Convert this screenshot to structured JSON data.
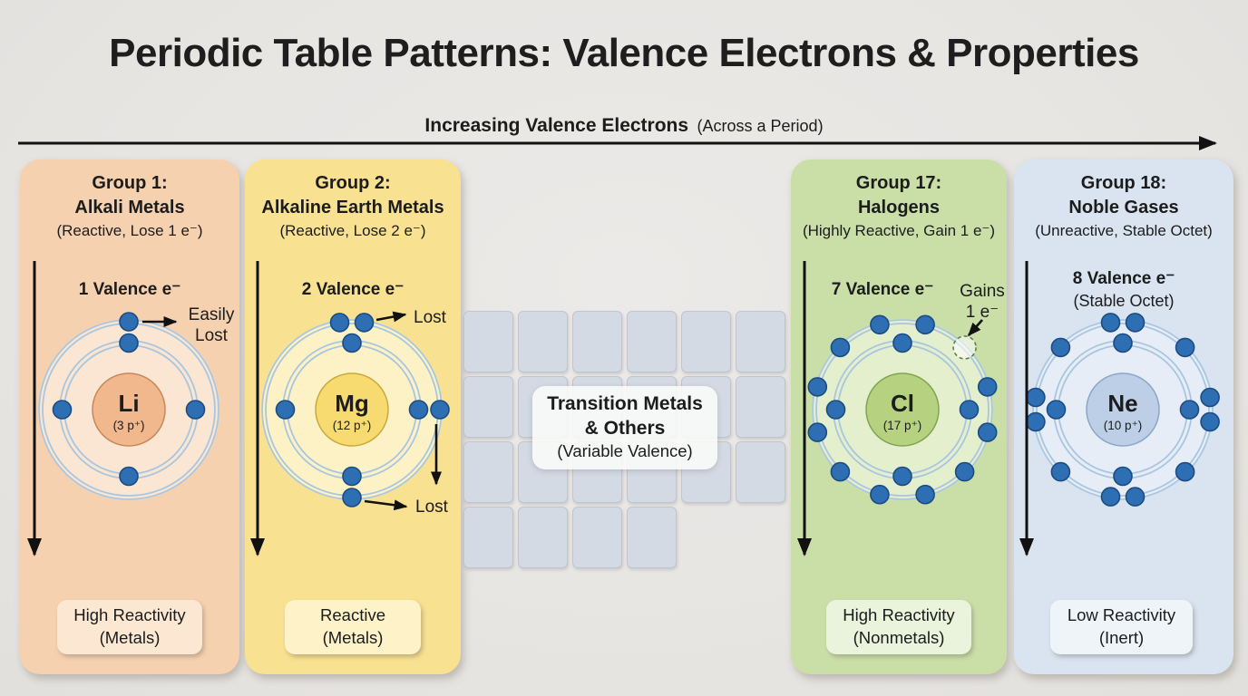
{
  "title": "Periodic Table Patterns: Valence Electrons & Properties",
  "axis_arrow": {
    "label": "Increasing Valence Electrons",
    "label_suffix": "(Across a Period)"
  },
  "colors": {
    "background": "#e7e5e2",
    "electron": "#2e6fb4",
    "electron_border": "#1c4b82",
    "shell_ring": "#a9c6e0",
    "arrow": "#111111",
    "group1_bg": "#f6d1af",
    "group2_bg": "#f8e190",
    "group17_bg": "#cadfa8",
    "group18_bg": "#d9e4f0",
    "transition_cell_bg": "#d4dae4"
  },
  "panels": {
    "group1": {
      "heading": [
        "Group 1:",
        "Alkali Metals",
        "(Reactive, Lose 1 e⁻)"
      ],
      "valence": "1 Valence e⁻",
      "annotation": [
        "Easily",
        "Lost"
      ],
      "badge": [
        "High Reactivity",
        "(Metals)"
      ]
    },
    "group2": {
      "heading": [
        "Group 2:",
        "Alkaline Earth Metals",
        "(Reactive, Lose 2 e⁻)"
      ],
      "valence": "2 Valence e⁻",
      "annotation_top": "Lost",
      "annotation_bottom": "Lost",
      "badge": [
        "Reactive",
        "(Metals)"
      ]
    },
    "transition": {
      "label": [
        "Transition Metals",
        "& Others",
        "(Variable Valence)"
      ],
      "grid_rows": [
        6,
        6,
        6,
        4
      ]
    },
    "group17": {
      "heading": [
        "Group 17:",
        "Halogens",
        "(Highly Reactive, Gain 1 e⁻)"
      ],
      "valence": "7 Valence e⁻",
      "annotation": [
        "Gains",
        "1 e⁻"
      ],
      "badge": [
        "High Reactivity",
        "(Nonmetals)"
      ]
    },
    "group18": {
      "heading": [
        "Group 18:",
        "Noble Gases",
        "(Unreactive, Stable Octet)"
      ],
      "valence": [
        "8 Valence e⁻",
        "(Stable Octet)"
      ],
      "badge": [
        "Low Reactivity",
        "(Inert)"
      ]
    }
  },
  "atoms": {
    "li": {
      "symbol": "Li",
      "protons": "(3 p⁺)",
      "colors": {
        "area": "#fae6d2",
        "nucleus": "#f1b78d",
        "nucleus_stroke": "#c6875b"
      },
      "inner": [
        90,
        0,
        180,
        270
      ],
      "outer": [
        90
      ],
      "gap": null
    },
    "mg": {
      "symbol": "Mg",
      "protons": "(12 p⁺)",
      "colors": {
        "area": "#fcf2c6",
        "nucleus": "#f7da70",
        "nucleus_stroke": "#c9a93e"
      },
      "inner": [
        90,
        0,
        180,
        270
      ],
      "outer": [
        98,
        82,
        0,
        270
      ],
      "gap": null
    },
    "cl": {
      "symbol": "Cl",
      "protons": "(17 p⁺)",
      "colors": {
        "area": "#e4efcd",
        "nucleus": "#b6d180",
        "nucleus_stroke": "#7fa551"
      },
      "inner": [
        90,
        0,
        180,
        270
      ],
      "outer": [
        15,
        75,
        105,
        135,
        165,
        195,
        225,
        255,
        285,
        315,
        345
      ],
      "gap": 45
    },
    "ne": {
      "symbol": "Ne",
      "protons": "(10 p⁺)",
      "colors": {
        "area": "#e6edf6",
        "nucleus": "#bdcfe7",
        "nucleus_stroke": "#8ba6c7"
      },
      "inner": [
        90,
        0,
        180,
        270
      ],
      "outer": [
        82,
        98,
        172,
        188,
        8,
        352,
        262,
        278,
        45,
        135,
        225,
        315
      ],
      "gap": null
    }
  }
}
